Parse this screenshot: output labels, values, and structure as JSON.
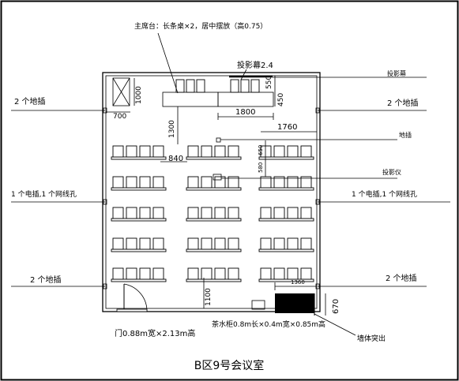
{
  "title": "B区9号会议室",
  "labels": {
    "rostrum_note": "主席台：长条桌×2，居中摆放（高0.75）",
    "projector_screen_size": "投影幕2.4",
    "projector_screen": "投影幕",
    "floor_outlets_2_a": "2 个地插",
    "floor_outlets_2_b": "2 个地插",
    "floor_outlets_2_c": "2 个地插",
    "floor_outlets_2_d": "2 个地插",
    "power_network_left": "1 个电插,1 个网线孔",
    "power_network_right": "1 个电插,1 个网线孔",
    "floor_outlet": "地插",
    "projector": "投影仪",
    "door_note": "门0.88m宽×2.13m高",
    "cabinet_note": "茶水柜0.8m长×0.4m宽×0.85m高",
    "wall_protrusion": "墙体突出"
  },
  "dimensions": {
    "d1000": "1000",
    "d550": "550",
    "d450": "450",
    "d700": "700",
    "d1800": "1800",
    "d1300": "1300",
    "d1760": "1760",
    "d650": "650",
    "d580": "580",
    "d840": "840",
    "d1360": "1360",
    "d1100": "1100",
    "d670": "670"
  }
}
